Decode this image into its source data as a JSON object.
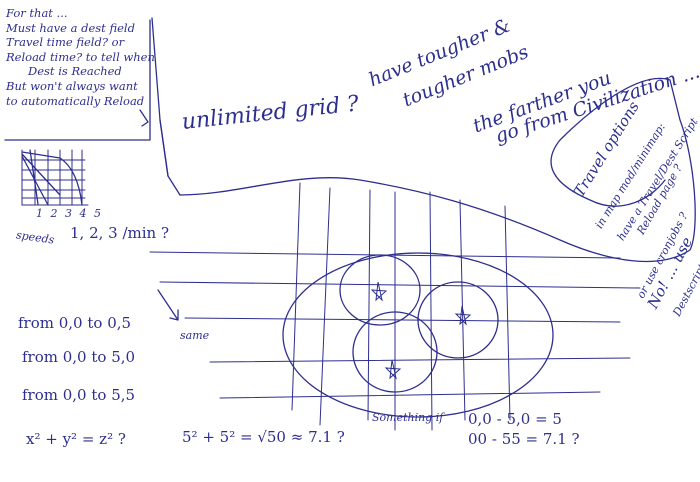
{
  "note_top_left": [
    "For that ...",
    "Must have a dest field",
    "Travel time field? or",
    "Reload time? to tell when",
    "Dest is Reached",
    "But won't always want",
    "to automatically Reload"
  ],
  "mini_graph_ticks": [
    "1",
    "2",
    "3",
    "4",
    "5"
  ],
  "speeds_label": "speeds",
  "speeds_values": "1, 2, 3 /min ?",
  "unlimited_grid": "unlimited grid ?",
  "tougher_mobs": [
    "have tougher &",
    "tougher mobs",
    "the farther you",
    "go from Civilization ..."
  ],
  "travel_options": [
    "Travel options",
    "in map mod/minimap:",
    "have a Travel/Dest Script ...",
    "Reload page ?",
    "or use cronjobs ?",
    "No! ... use",
    "Destscript"
  ],
  "routes": [
    "from 0,0 to 0,5",
    "from 0,0 to 5,0",
    "from 0,0 to 5,5"
  ],
  "same_label": "same",
  "something_label": "Something if",
  "distance_lines": [
    "0,0 - 5,0 = 5",
    "00 - 55 = 7.1 ?"
  ],
  "equation_1": "x² + y² = z² ?",
  "equation_2": "5² + 5² = √50 ≈ 7.1 ?"
}
